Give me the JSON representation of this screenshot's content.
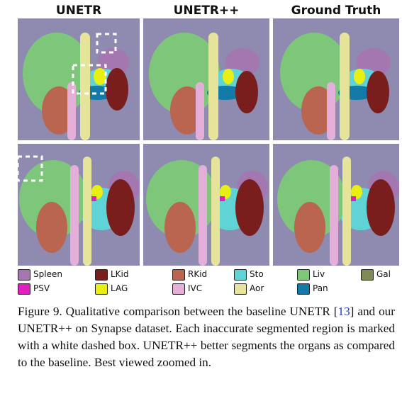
{
  "columns": [
    "UNETR",
    "UNETR++",
    "Ground Truth"
  ],
  "colors": {
    "background": "#8e8ab0",
    "highlight_box": "#ffffff",
    "Spleen": "#a477b0",
    "LKid": "#7a1d1d",
    "RKid": "#b9654f",
    "Sto": "#5fd3d6",
    "Liv": "#7ec77a",
    "Gal": "#7f8a57",
    "PSV": "#e01fbf",
    "LAG": "#e8ef13",
    "IVC": "#e3afd9",
    "Aor": "#e6e39a",
    "Pan": "#137aa8"
  },
  "legend": [
    {
      "label": "Spleen",
      "color": "#a477b0"
    },
    {
      "label": "LKid",
      "color": "#7a1d1d"
    },
    {
      "label": "RKid",
      "color": "#b9654f"
    },
    {
      "label": "Sto",
      "color": "#5fd3d6"
    },
    {
      "label": "Liv",
      "color": "#7ec77a"
    },
    {
      "label": "Gal",
      "color": "#7f8a57"
    },
    {
      "label": "PSV",
      "color": "#e01fbf"
    },
    {
      "label": "LAG",
      "color": "#e8ef13"
    },
    {
      "label": "IVC",
      "color": "#e3afd9"
    },
    {
      "label": "Aor",
      "color": "#e6e39a"
    },
    {
      "label": "Pan",
      "color": "#137aa8"
    }
  ],
  "caption": {
    "lead": "Figure 9.  Qualitative comparison between the baseline UNETR [",
    "cite": "13",
    "rest": "] and our UNETR++ on Synapse dataset. Each inaccurate segmented region is marked with a white dashed box. UNETR++ better segments the organs as compared to the baseline. Best viewed zoomed in."
  }
}
